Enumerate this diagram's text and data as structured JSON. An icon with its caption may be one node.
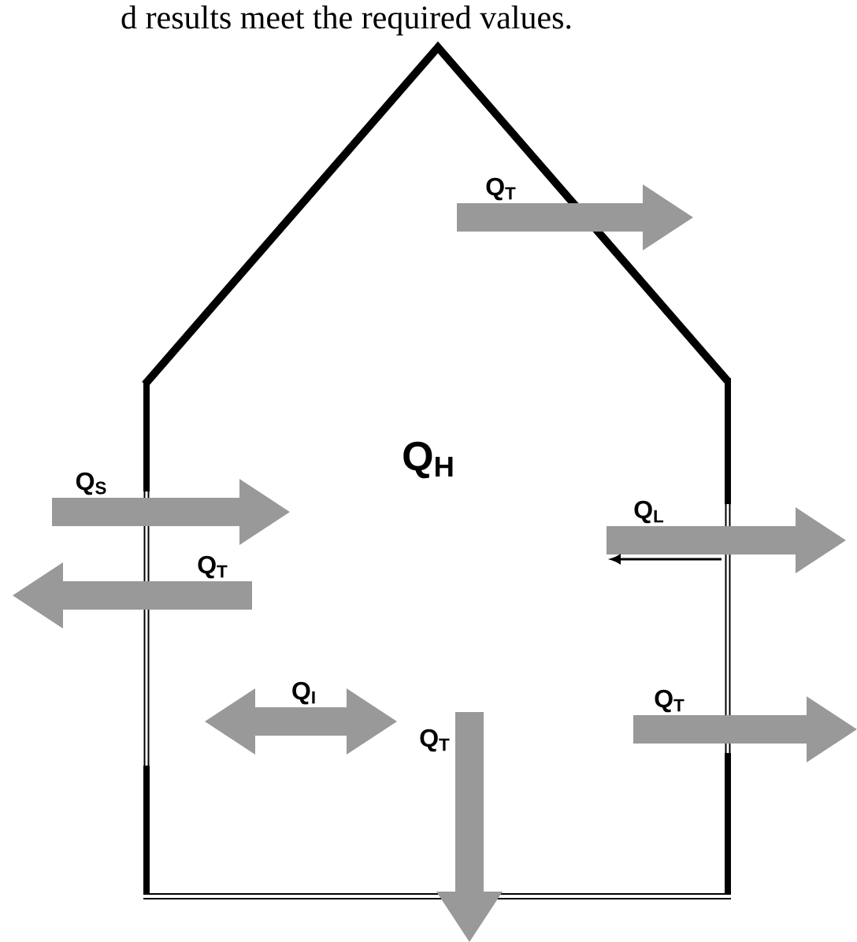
{
  "diagram": {
    "labels": [
      "d results meet the required values.",
      "Q$_{T}$",
      "Q$_{H}$",
      "Q$_{S}$",
      "Q$_{L}$",
      "Q$_{T}$",
      "Q$_{I}$",
      "Q$_{T}$",
      "Q$_{T}$"
    ]
  }
}
